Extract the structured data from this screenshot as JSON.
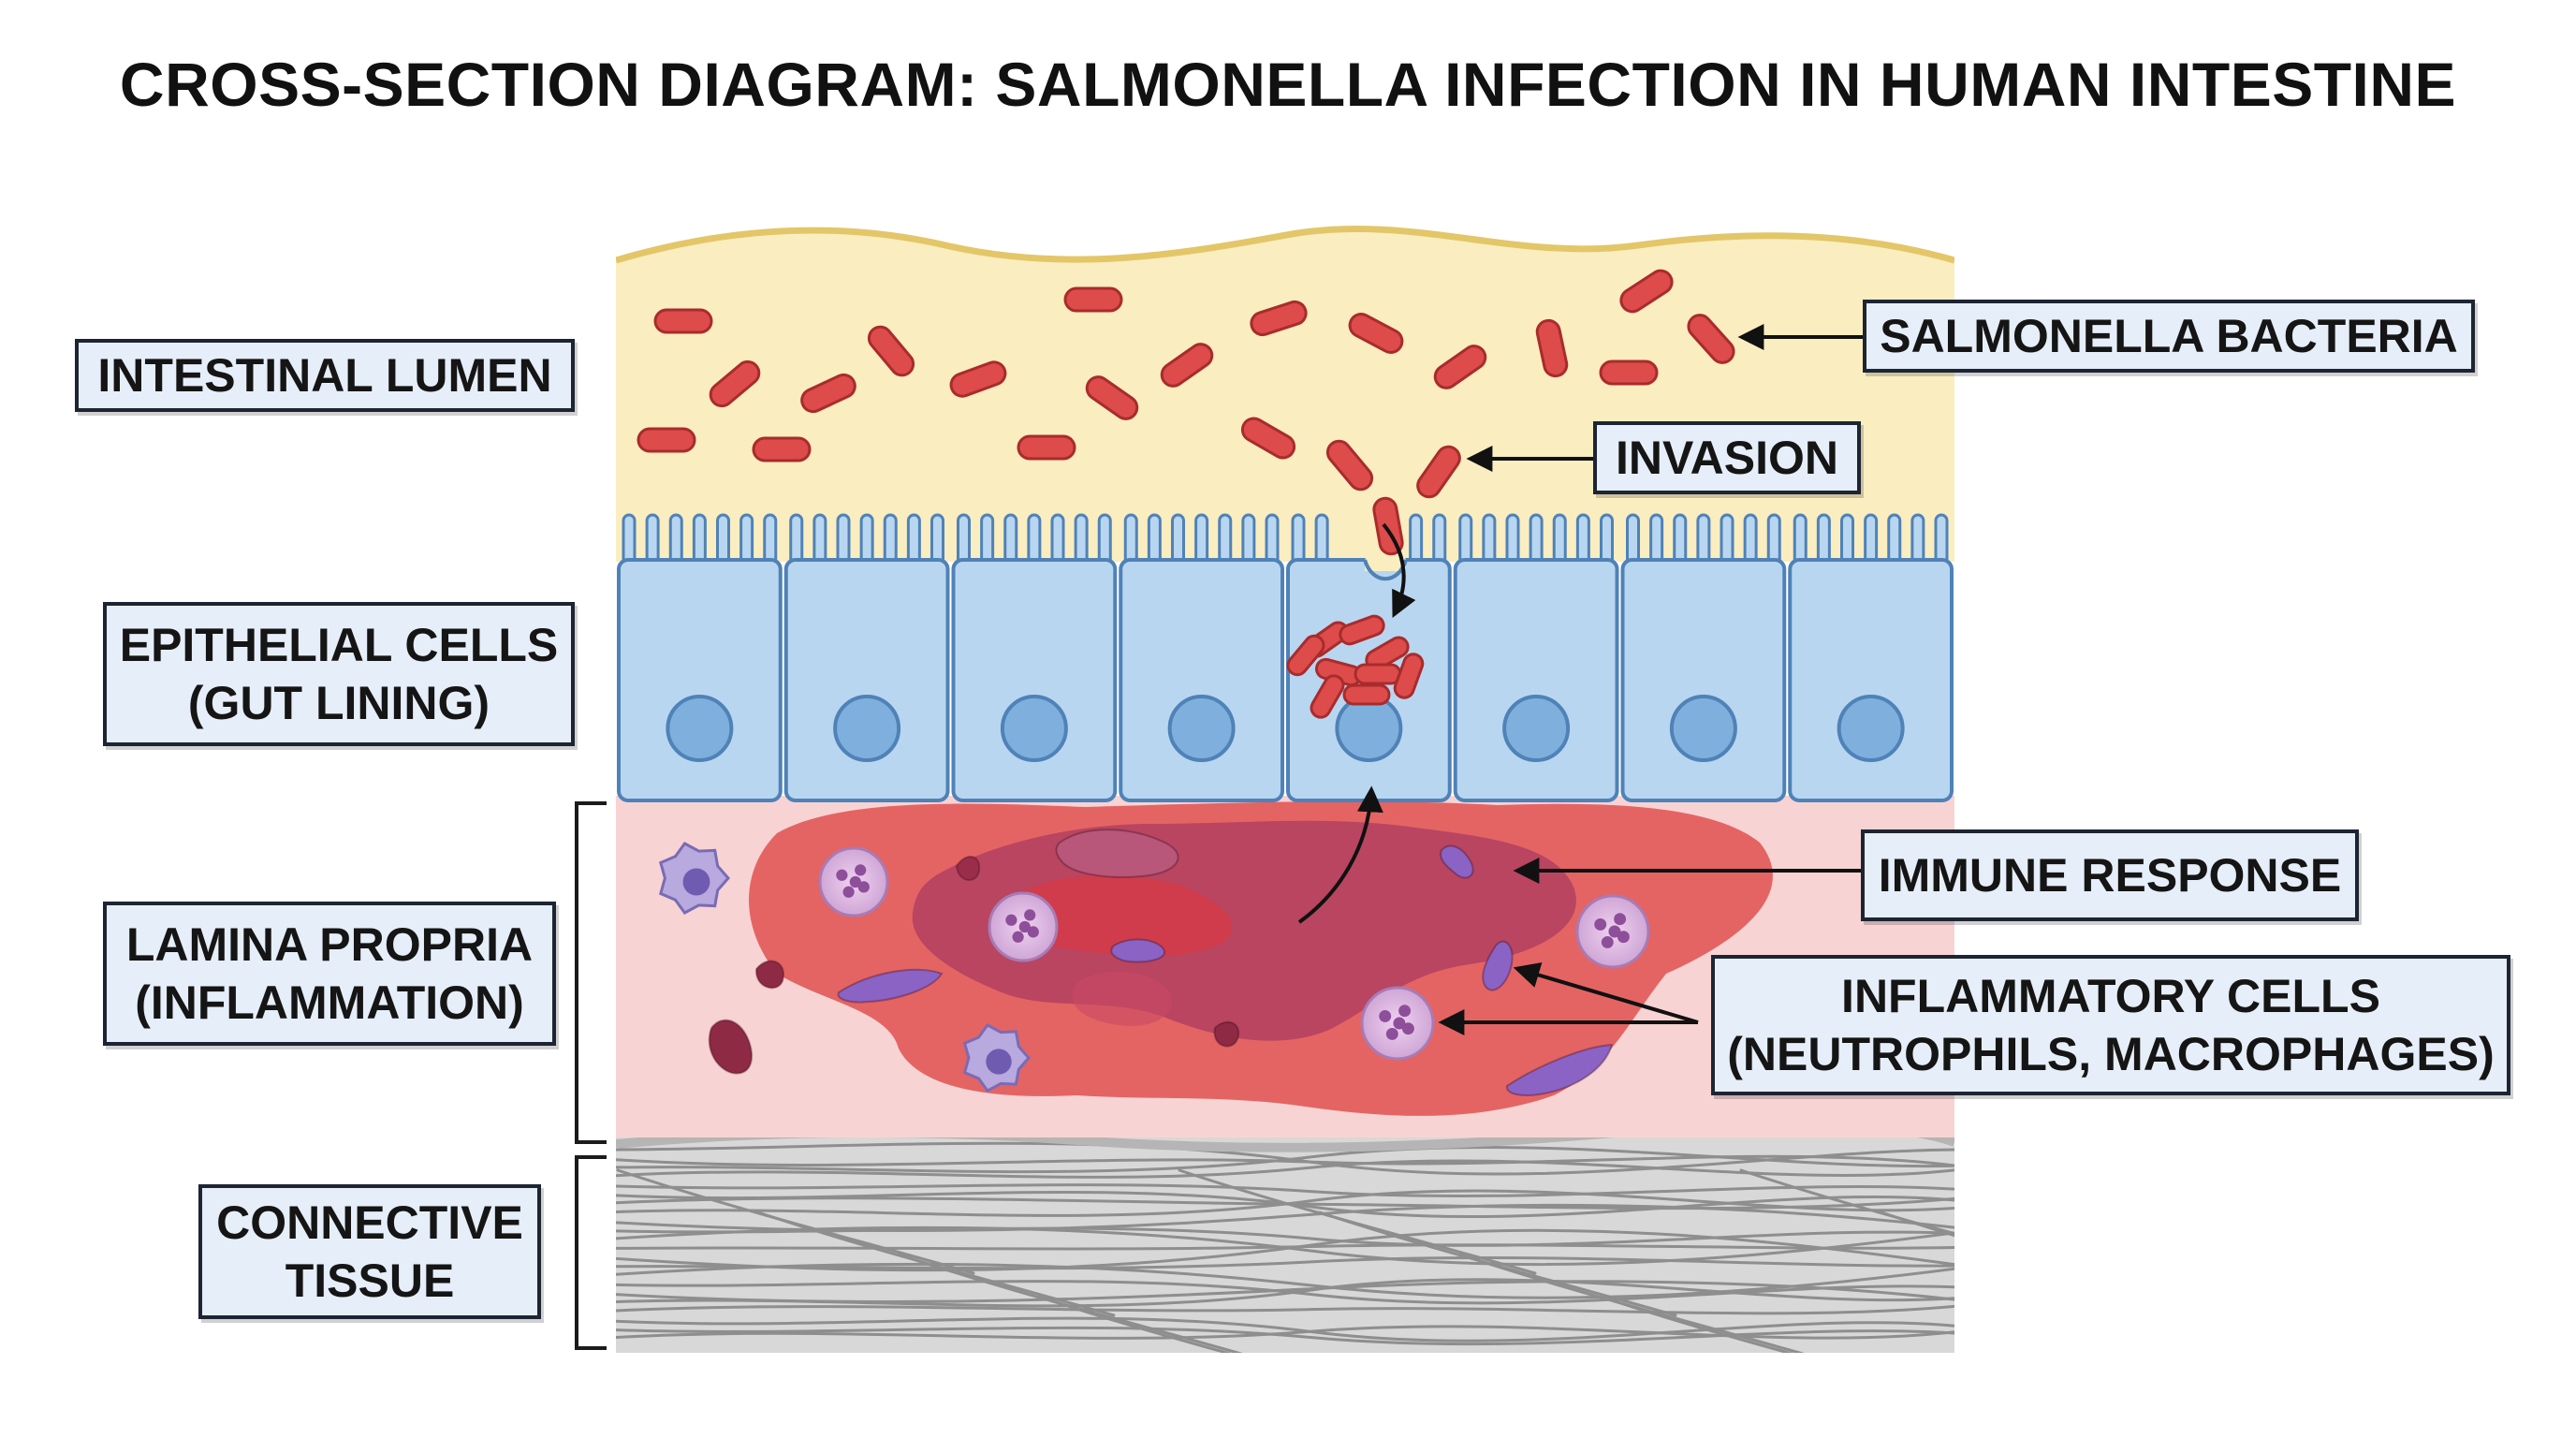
{
  "title": "CROSS-SECTION DIAGRAM: SALMONELLA INFECTION IN HUMAN INTESTINE",
  "left_labels": {
    "intestinal_lumen": "INTESTINAL LUMEN",
    "epithelial_line1": "EPITHELIAL CELLS",
    "epithelial_line2": "(GUT LINING)",
    "lamina_line1": "LAMINA PROPRIA",
    "lamina_line2": "(INFLAMMATION)",
    "connective_line1": "CONNECTIVE",
    "connective_line2": "TISSUE"
  },
  "right_labels": {
    "salmonella_bacteria": "SALMONELLA BACTERIA",
    "invasion": "INVASION",
    "immune_response": "IMMUNE RESPONSE",
    "inflammatory_line1": "INFLAMMATORY CELLS",
    "inflammatory_line2": "(NEUTROPHILS, MACROPHAGES)"
  },
  "colors": {
    "lumen": "#faedc0",
    "lumen_edge": "#e3c668",
    "epithelium": "#b9d6f1",
    "epithelium_edge": "#4f82b7",
    "nucleus": "#7fb0dd",
    "bacteria": "#dd4b4b",
    "bacteria_edge": "#a82c2c",
    "lamina": "#f8d3d3",
    "inflammation": "#e25a5a",
    "inflammation_core": "#b23a5e",
    "connective": "#d8d8d8",
    "fiber": "#8e8e8e",
    "label_fill": "#e6eef9",
    "label_border": "#1d2433"
  }
}
